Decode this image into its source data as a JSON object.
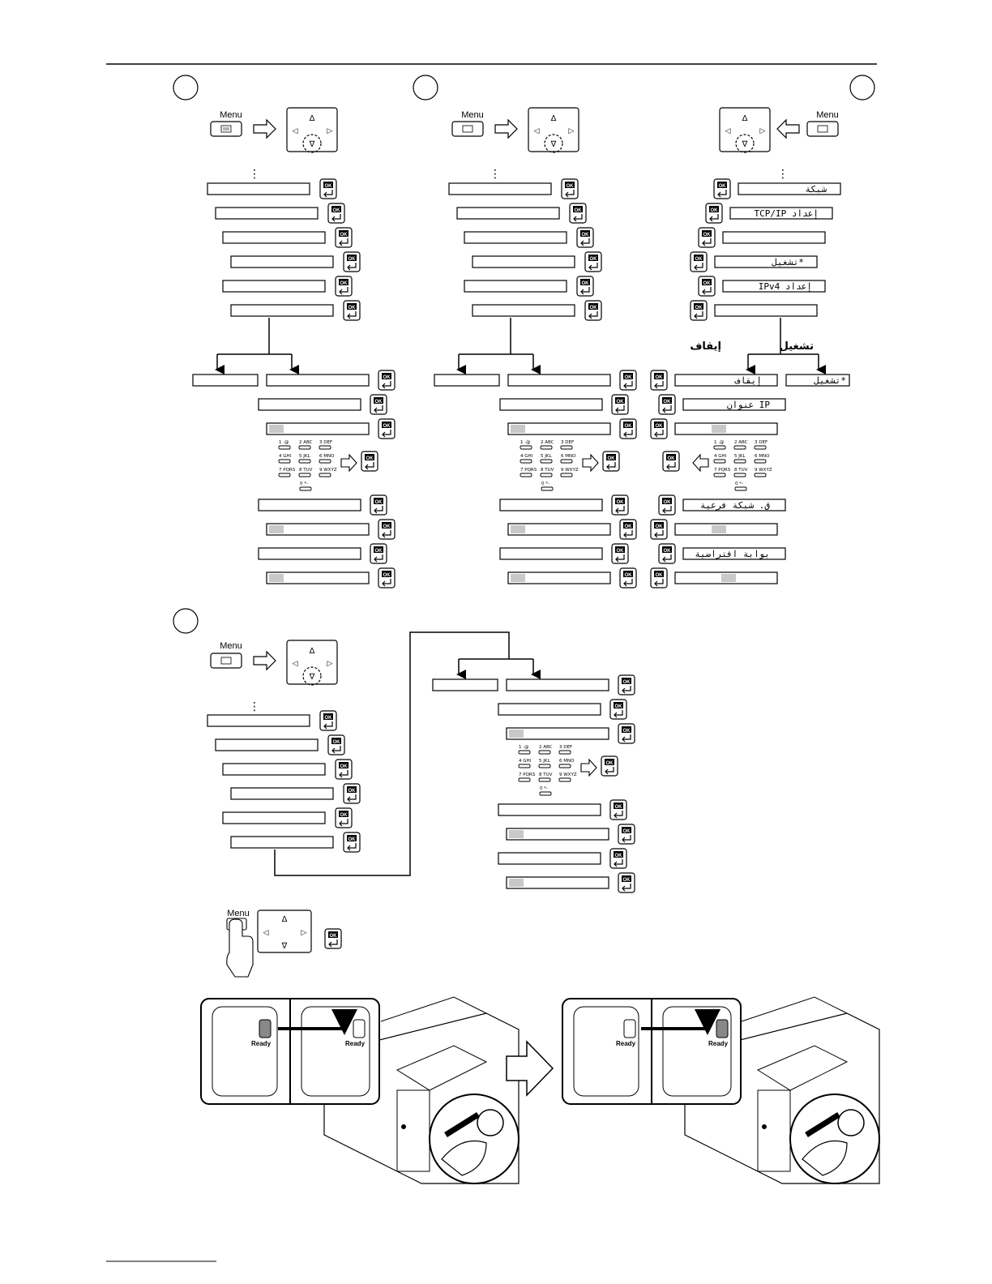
{
  "menu_key_label": "Menu",
  "ok_key_label": "OK",
  "arrow_glyphs": {
    "up": "Δ",
    "down": "∇",
    "left": "◁",
    "right": "▷"
  },
  "continuation_mark": "⋮",
  "arabic": {
    "menu_items": [
      "شبكة",
      "TCP/IP إعداد",
      "",
      "تشغيل*",
      "IPv4 إعداد",
      ""
    ],
    "branch_off_label": "إيقاف",
    "branch_on_label": "تشغيل",
    "branch_off_value": "إيقاف",
    "branch_on_value": "تشغيل*",
    "ip_address": "عنوان IP",
    "subnet_mask": "ق. شبكة فرعية",
    "default_gateway": "بوابة افتراضية"
  },
  "keypad": [
    {
      "key": "1",
      "letters": ".@"
    },
    {
      "key": "2",
      "letters": "ABC"
    },
    {
      "key": "3",
      "letters": "DEF"
    },
    {
      "key": "4",
      "letters": "GHI"
    },
    {
      "key": "5",
      "letters": "JKL"
    },
    {
      "key": "6",
      "letters": "MNO"
    },
    {
      "key": "7",
      "letters": "PQRS"
    },
    {
      "key": "8",
      "letters": "TUV"
    },
    {
      "key": "9",
      "letters": "WXYZ"
    },
    {
      "key": "0",
      "letters": "*-"
    }
  ],
  "ready_label": "Ready"
}
